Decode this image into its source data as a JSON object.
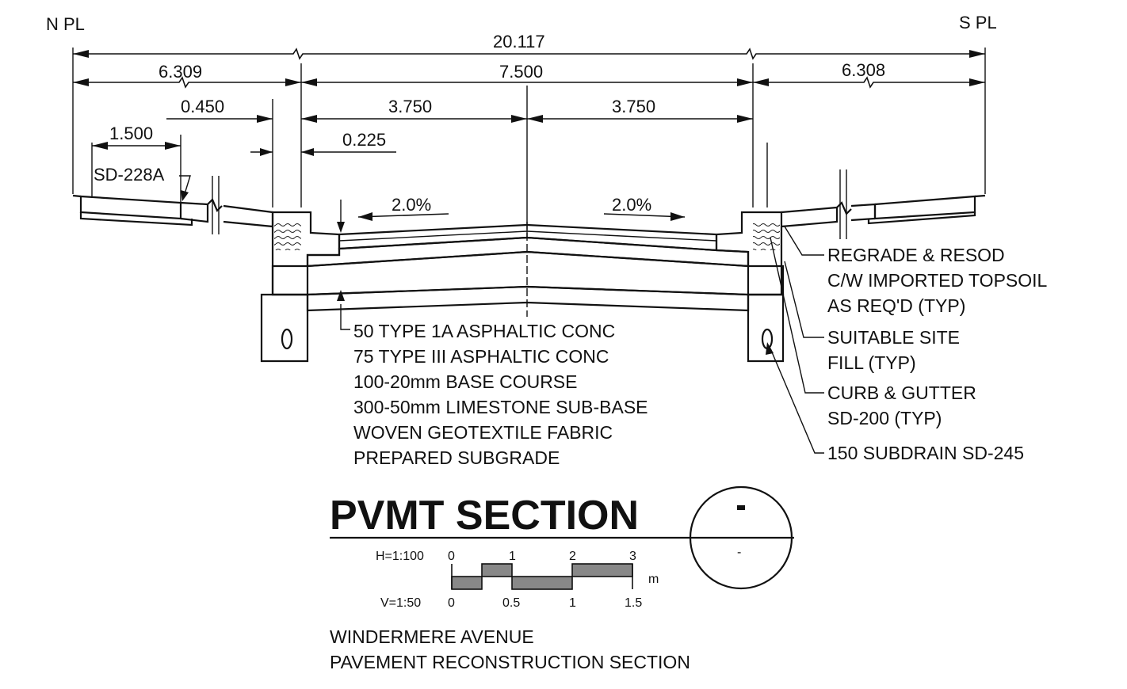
{
  "labels": {
    "north_pl": "N PL",
    "south_pl": "S PL",
    "sd228a": "SD-228A"
  },
  "dimensions": {
    "overall": "20.117",
    "left_boulevard": "6.309",
    "roadway": "7.500",
    "right_boulevard": "6.308",
    "left_lane": "3.750",
    "right_lane": "3.750",
    "curb_offset": "0.450",
    "sidewalk": "1.500",
    "gutter": "0.225"
  },
  "slopes": {
    "left": "2.0%",
    "right": "2.0%"
  },
  "layers": [
    "50 TYPE 1A ASPHALTIC CONC",
    "75 TYPE III ASPHALTIC CONC",
    "100-20mm BASE COURSE",
    "300-50mm LIMESTONE SUB-BASE",
    "WOVEN GEOTEXTILE FABRIC",
    "PREPARED SUBGRADE"
  ],
  "notes": {
    "regrade": [
      "REGRADE & RESOD",
      "C/W IMPORTED TOPSOIL",
      "AS REQ'D (TYP)"
    ],
    "fill": [
      "SUITABLE SITE",
      "FILL (TYP)"
    ],
    "curb": [
      "CURB & GUTTER",
      "SD-200 (TYP)"
    ],
    "subdrain": [
      "150 SUBDRAIN SD-245"
    ]
  },
  "title": {
    "main": "PVMT SECTION",
    "circle_top": "-",
    "circle_bottom": "-"
  },
  "scale": {
    "h_label": "H=1:100",
    "v_label": "V=1:50",
    "h_ticks": [
      "0",
      "1",
      "2",
      "3"
    ],
    "v_ticks": [
      "0",
      "0.5",
      "1",
      "1.5"
    ],
    "unit": "m"
  },
  "subtitle": [
    "WINDERMERE AVENUE",
    "PAVEMENT RECONSTRUCTION SECTION"
  ]
}
